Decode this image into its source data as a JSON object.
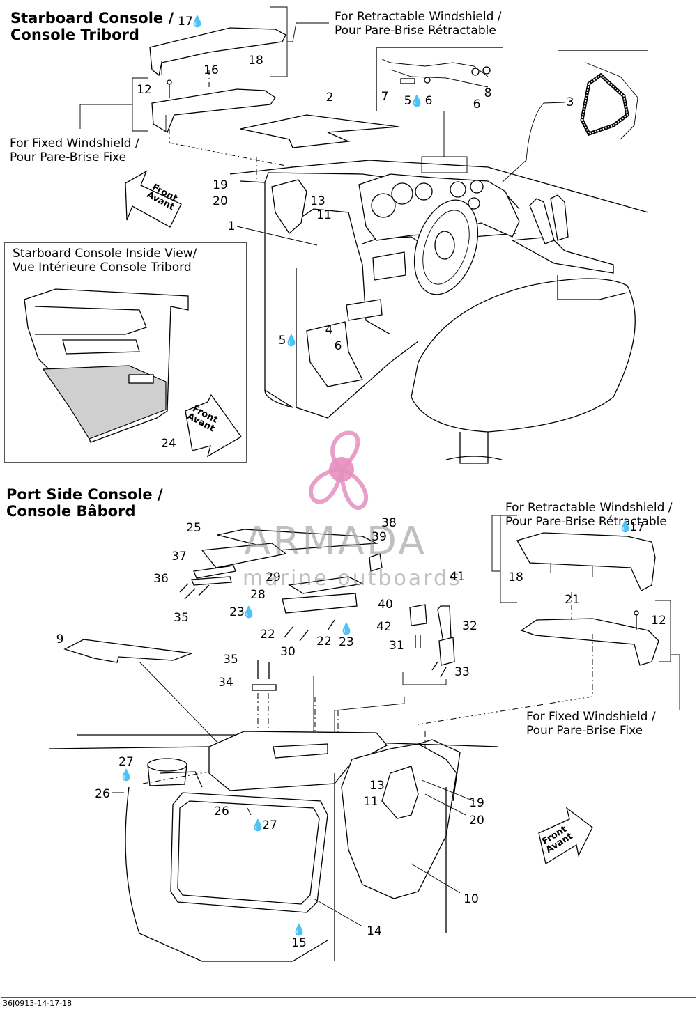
{
  "starboard": {
    "title_line1": "Starboard Console /",
    "title_line2": "Console Tribord",
    "retractable_line1": "For Retractable Windshield /",
    "retractable_line2": "Pour Pare-Brise Rétractable",
    "fixed_line1": "For Fixed Windshield /",
    "fixed_line2": "Pour Pare-Brise Fixe",
    "inside_line1": "Starboard Console Inside View/",
    "inside_line2": "Vue Intérieure Console Tribord"
  },
  "port": {
    "title_line1": "Port Side Console /",
    "title_line2": "Console Bâbord",
    "retractable_line1": "For Retractable Windshield /",
    "retractable_line2": "Pour Pare-Brise Rétractable",
    "fixed_line1": "For Fixed Windshield /",
    "fixed_line2": "Pour Pare-Brise Fixe"
  },
  "front_arrow": {
    "line1": "Front",
    "line2": "Avant"
  },
  "drop_symbol": "💧",
  "watermark": {
    "brand": "ARMADA",
    "tagline": "marine outboards",
    "color": "#e58fbf"
  },
  "callouts_top": [
    "17",
    "18",
    "16",
    "12",
    "2",
    "7",
    "5",
    "6",
    "6",
    "8",
    "3",
    "19",
    "20",
    "13",
    "11",
    "1",
    "4",
    "5",
    "6",
    "24"
  ],
  "callouts_bottom": [
    "25",
    "38",
    "39",
    "37",
    "36",
    "29",
    "41",
    "28",
    "35",
    "23",
    "22",
    "22",
    "23",
    "40",
    "42",
    "32",
    "31",
    "33",
    "30",
    "9",
    "35",
    "34",
    "17",
    "18",
    "21",
    "12",
    "27",
    "26",
    "26",
    "27",
    "13",
    "11",
    "19",
    "20",
    "10",
    "14",
    "15"
  ],
  "footer": "36J0913-14-17-18"
}
